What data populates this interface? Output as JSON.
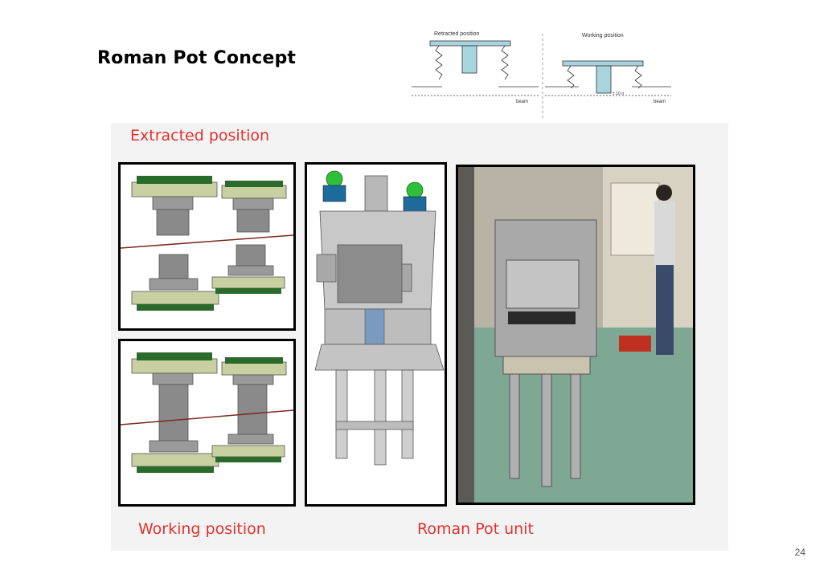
{
  "slide": {
    "title": "Roman Pot Concept",
    "page_number": "24"
  },
  "schematic": {
    "left_label": "Retracted position",
    "right_label": "Working position",
    "beam_label_left": "beam",
    "beam_label_right": "beam",
    "distance_label": "± 10 σ"
  },
  "figure": {
    "extracted_label": "Extracted position",
    "working_label": "Working position",
    "unit_label": "Roman Pot unit"
  },
  "colors": {
    "label_red": "#e0322f",
    "beam_line": "#7a2a20",
    "pot_grey": "#9a9a9a",
    "flange_green": "#c8cfa0",
    "sphere_green": "#2fbf3a",
    "floor_green": "#7fa894"
  }
}
